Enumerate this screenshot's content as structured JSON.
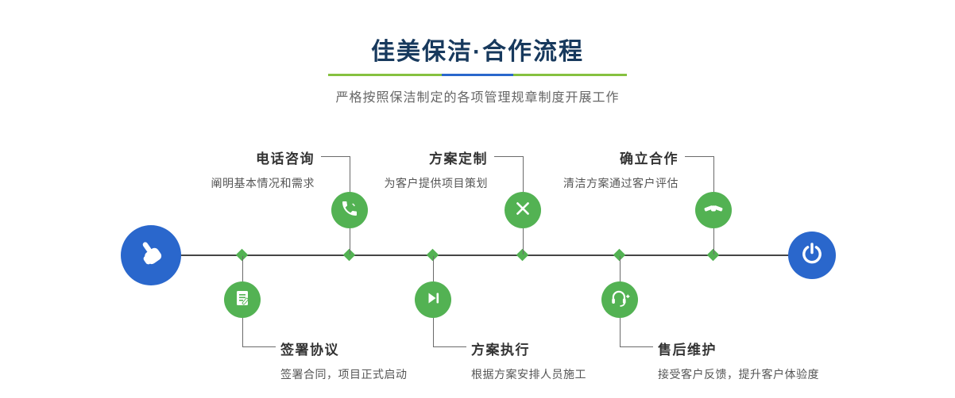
{
  "colors": {
    "green": "#53b253",
    "blue": "#2a67cc",
    "navy": "#17395d",
    "divider-green": "#86c140",
    "divider-blue": "#2a67cc",
    "line": "#454545",
    "connector": "#6b6b6b"
  },
  "header": {
    "title": "佳美保洁·合作流程",
    "subtitle": "严格按照保洁制定的各项管理规章制度开展工作"
  },
  "timeline": {
    "start_icon": "hand-pointer-icon",
    "end_icon": "power-icon"
  },
  "steps_top": [
    {
      "title": "电话咨询",
      "desc": "阐明基本情况和需求",
      "icon": "phone-icon"
    },
    {
      "title": "方案定制",
      "desc": "为客户提供项目策划",
      "icon": "design-tools-icon"
    },
    {
      "title": "确立合作",
      "desc": "清洁方案通过客户评估",
      "icon": "handshake-icon"
    }
  ],
  "steps_bottom": [
    {
      "title": "签署协议",
      "desc": "签署合同，项目正式启动",
      "icon": "contract-icon"
    },
    {
      "title": "方案执行",
      "desc": "根据方案安排人员施工",
      "icon": "play-forward-icon"
    },
    {
      "title": "售后维护",
      "desc": "接受客户反馈，提升客户体验度",
      "icon": "headset-support-icon"
    }
  ]
}
